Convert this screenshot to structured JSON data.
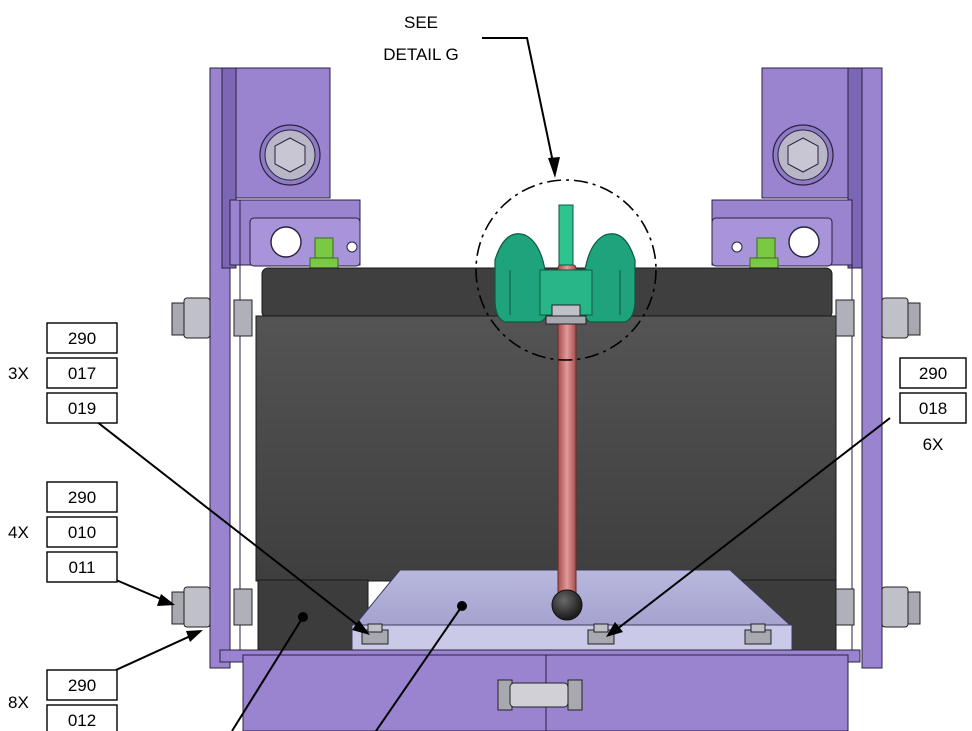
{
  "annotations": {
    "see_detail_line1": "SEE",
    "see_detail_line2": "DETAIL G"
  },
  "callouts": [
    {
      "id": "c1",
      "qty": "3X",
      "rows": [
        "290",
        "017",
        "019"
      ]
    },
    {
      "id": "c2",
      "qty": "6X",
      "rows": [
        "290",
        "018"
      ]
    },
    {
      "id": "c3",
      "qty": "4X",
      "rows": [
        "290",
        "010",
        "011"
      ]
    },
    {
      "id": "c4",
      "qty": "8X",
      "rows": [
        "290",
        "012"
      ]
    }
  ],
  "colors": {
    "frame_purple": "#9b84cf",
    "frame_purple_dark": "#6f5ca8",
    "tank_dark_gray": "#4a4a4a",
    "tray_lavender": "#b5b3da",
    "clip_green": "#1fa37c",
    "rod_red": "#c76a6a",
    "hardware_gray": "#a8a8b0",
    "green_post": "#7ac943"
  }
}
